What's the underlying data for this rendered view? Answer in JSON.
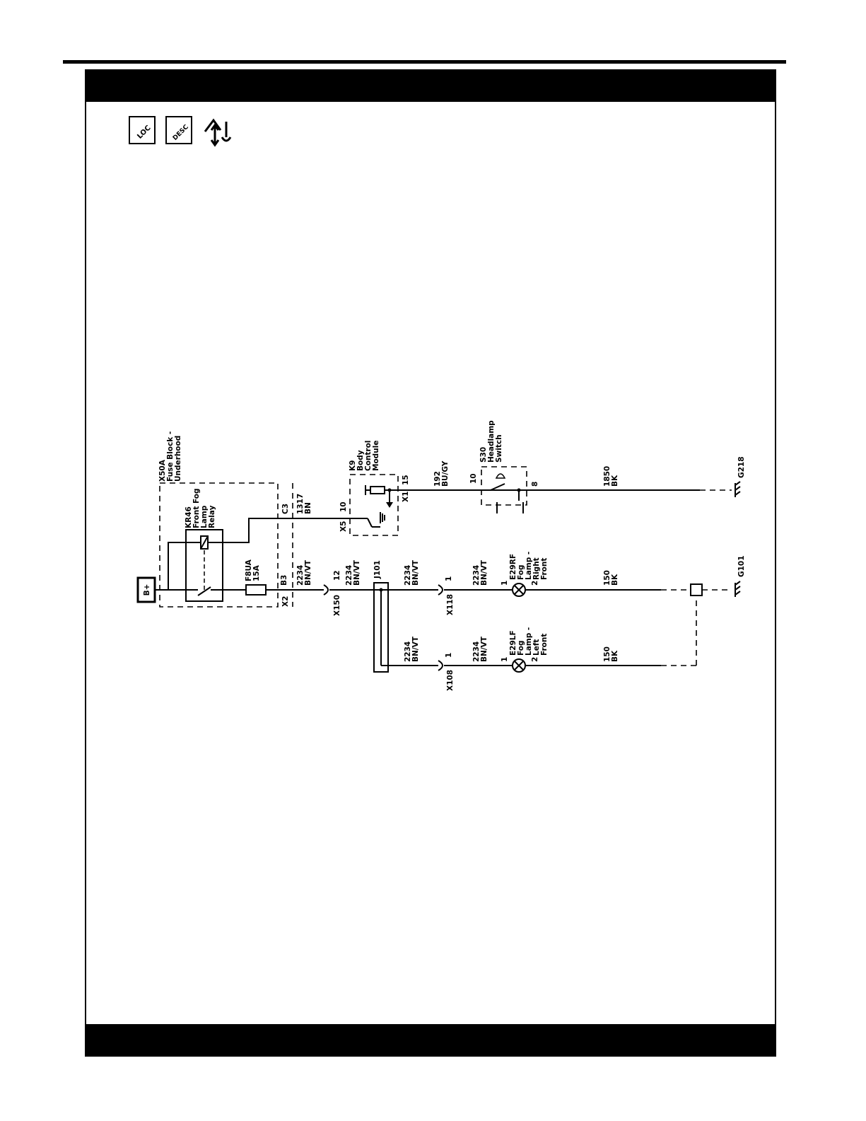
{
  "page": {
    "icons": {
      "location": "location-icon",
      "description": "description-icon",
      "connector": "connector-end-view-icon"
    },
    "loc_icon_text": "LOC",
    "desc_icon_text": "DESC"
  },
  "schematic": {
    "power_label": "B+",
    "fuse_block_id": "X50A",
    "fuse_block_name": [
      "Fuse Block -",
      "Underhood"
    ],
    "relay_id": "KR46",
    "relay_name": [
      "Front Fog",
      "Lamp",
      "Relay"
    ],
    "fuse_id": "F8UA",
    "fuse_rating": "15A",
    "conn_x2": "X2",
    "pin_b3": "B3",
    "conn_c3": "C3",
    "wire_1317": "1317",
    "color_bn": "BN",
    "bcm_id": "K9",
    "bcm_name": [
      "Body",
      "Control",
      "Module"
    ],
    "conn_x5": "X5",
    "pin_10": "10",
    "conn_x1": "X1",
    "pin_15": "15",
    "wire_192": "192",
    "color_bu_gy": "BU/GY",
    "switch_id": "S30",
    "switch_name": [
      "Headlamp",
      "Switch"
    ],
    "switch_pin_10": "10",
    "switch_pin_8": "8",
    "wire_1850": "1850",
    "color_bk": "BK",
    "ground_g218": "G218",
    "ground_g101": "G101",
    "wire_2234": "2234",
    "color_bn_vt": "BN/VT",
    "conn_x150": "X150",
    "pin_12": "12",
    "splice_j101": "J101",
    "conn_x118": "X118",
    "conn_x108": "X108",
    "pin_1": "1",
    "pin_2": "2",
    "lamp_rf_id": "E29RF",
    "lamp_rf_name": [
      "Fog",
      "Lamp -",
      "Right",
      "Front"
    ],
    "lamp_lf_id": "E29LF",
    "lamp_lf_name": [
      "Fog",
      "Lamp -",
      "Left",
      "Front"
    ],
    "wire_150": "150"
  }
}
